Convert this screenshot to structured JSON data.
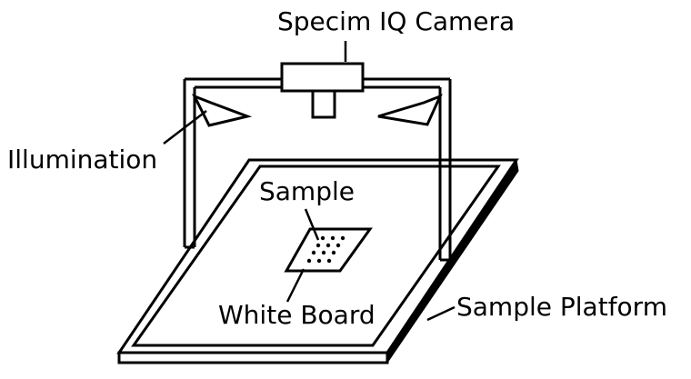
{
  "labels": {
    "camera": "Specim IQ Camera",
    "illumination": "Illumination",
    "sample": "Sample",
    "white_board": "White Board",
    "sample_platform": "Sample Platform"
  },
  "colors": {
    "stroke": "#000000",
    "fill": "#ffffff"
  }
}
